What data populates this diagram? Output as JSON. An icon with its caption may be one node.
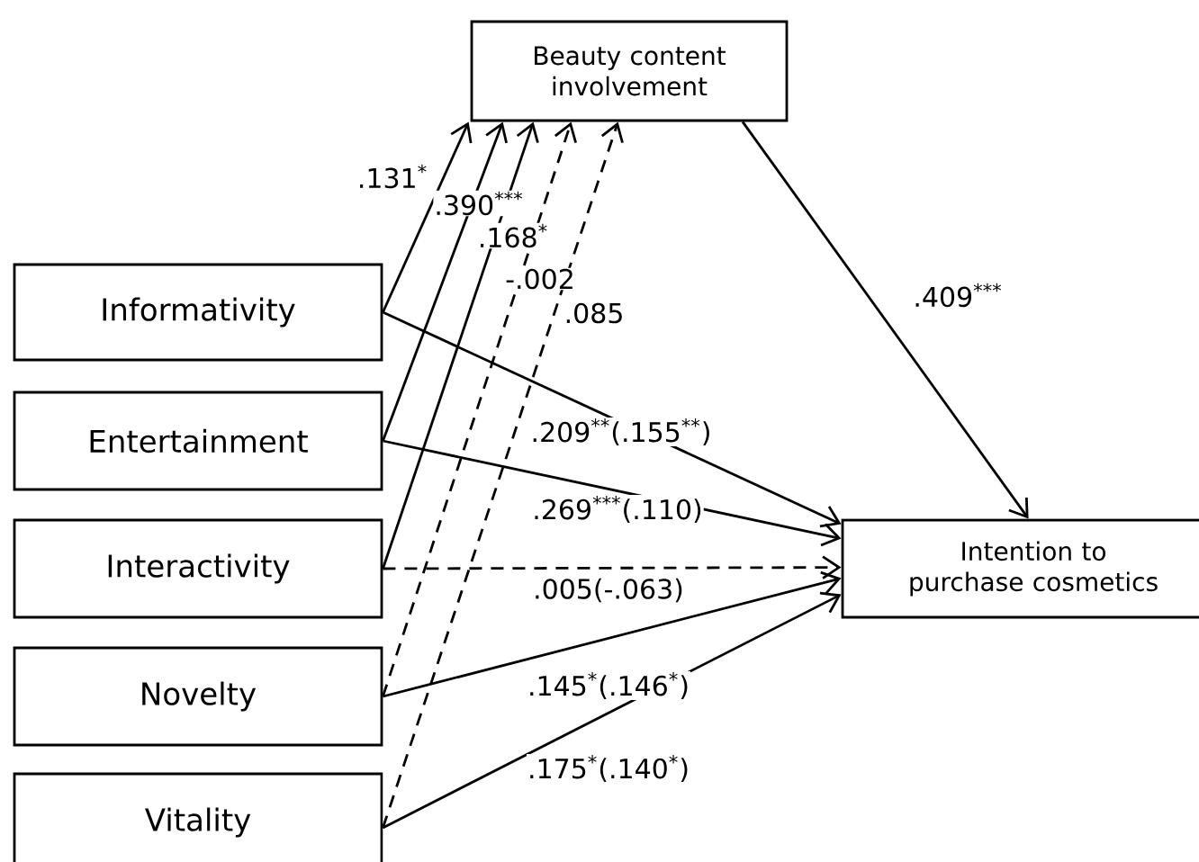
{
  "diagram": {
    "nodes": [
      {
        "text": [
          "Beauty content involvement"
        ]
      },
      {
        "text": [
          "Informativity"
        ]
      },
      {
        "text": [
          "Entertainment"
        ]
      },
      {
        "text": [
          "Interactivity"
        ]
      },
      {
        "text": [
          "Novelty"
        ]
      },
      {
        "text": [
          "Vitality"
        ]
      },
      {
        "text": [
          "Intention to purchase cosmetics"
        ]
      }
    ],
    "edges": [
      {
        "from": 1,
        "to": 0,
        "arrow": "to",
        "label": ".131$^{*}$"
      },
      {
        "from": 2,
        "to": 0,
        "arrow": "to",
        "label": ".390$^{***}$"
      },
      {
        "from": 3,
        "to": 0,
        "arrow": "to",
        "label": ".168$^{*}$"
      },
      {
        "from": 4,
        "to": 0,
        "arrow": "to",
        "label": "-.002",
        "style": "dashed"
      },
      {
        "from": 5,
        "to": 0,
        "arrow": "to",
        "label": ".085",
        "style": "dashed"
      },
      {
        "from": 0,
        "to": 6,
        "arrow": "to",
        "label": ".409$^{***}$"
      },
      {
        "from": 1,
        "to": 6,
        "arrow": "to",
        "label": ".209$^{**}$(.155$^{**}$)"
      },
      {
        "from": 2,
        "to": 6,
        "arrow": "to",
        "label": ".269$^{***}$(.110)"
      },
      {
        "from": 3,
        "to": 6,
        "arrow": "to",
        "label": ".005(-.063)",
        "style": "dashed"
      },
      {
        "from": 4,
        "to": 6,
        "arrow": "to",
        "label": ".145$^{*}$(.146$^{*}$)"
      },
      {
        "from": 5,
        "to": 6,
        "arrow": "to",
        "label": ".175$^{*}$(.140$^{*}$)"
      }
    ]
  }
}
